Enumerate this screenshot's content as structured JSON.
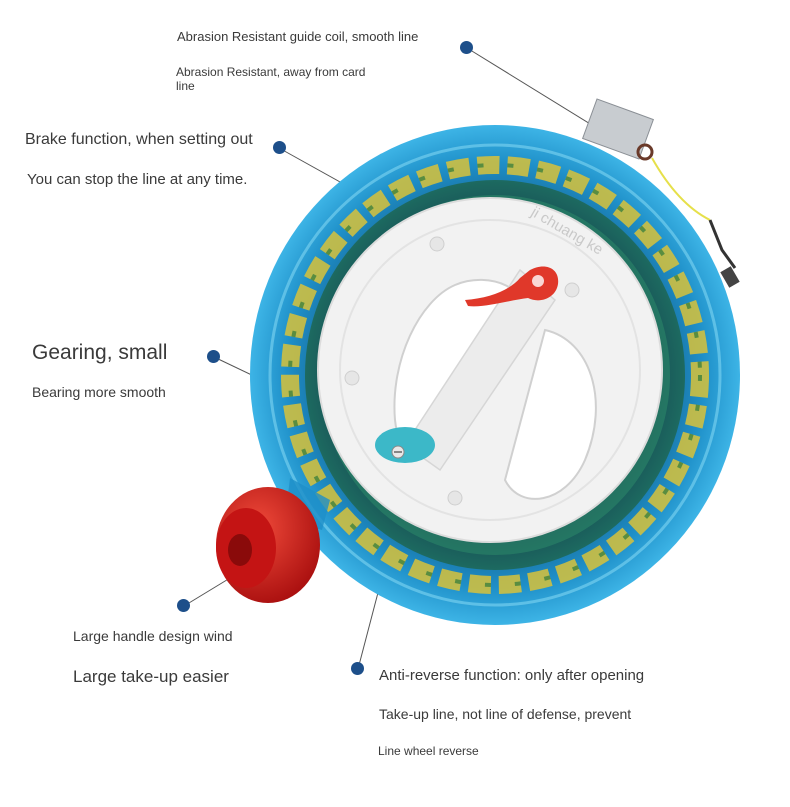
{
  "labels": {
    "guide_coil_title": "Abrasion Resistant guide coil, smooth line",
    "guide_coil_sub_1": "Abrasion Resistant, away from card",
    "guide_coil_sub_2": "line",
    "brake_title": "Brake function, when setting out",
    "brake_sub": "You can stop the line at any time.",
    "gearing_title": "Gearing, small",
    "gearing_sub": "Bearing more smooth",
    "handle_sub": "Large handle design wind",
    "handle_title": "Large take-up easier",
    "anti_reverse_title": "Anti-reverse function: only after opening",
    "anti_reverse_sub_1": "Take-up line, not line of defense, prevent",
    "anti_reverse_sub_2": "Line wheel reverse"
  },
  "product_marking": "ji chuang ke",
  "colors": {
    "marker_dot": "#1d4f8a",
    "rim_blue": "#1e8fc8",
    "rim_green": "#2f9a7a",
    "pattern_gold": "#d8c23a",
    "hub_white": "#f2f2f2",
    "brake_red": "#e0382a",
    "handle_red": "#d62020",
    "anti_reverse_teal": "#3cb8c8"
  }
}
